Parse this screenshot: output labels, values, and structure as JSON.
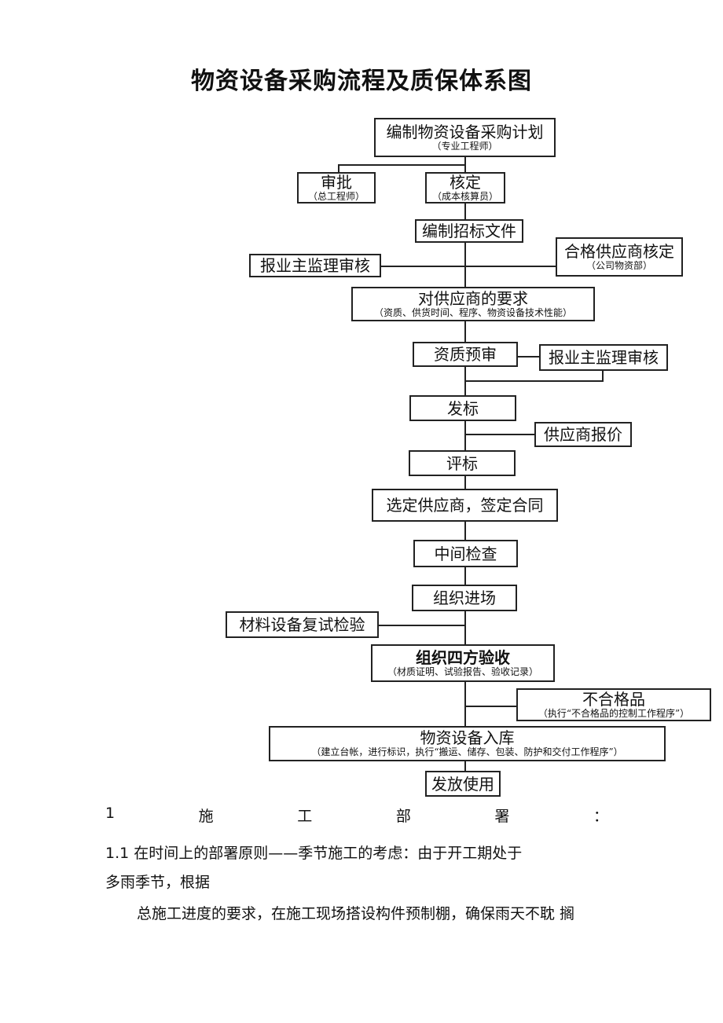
{
  "title": "物资设备采购流程及质保体系图",
  "nodes": {
    "plan": {
      "main": "编制物资设备采购计划",
      "sub": "（专业工程师）"
    },
    "approve": {
      "main": "审批",
      "sub": "（总工程师）"
    },
    "check": {
      "main": "核定",
      "sub": "（成本核算员）"
    },
    "tender_doc": {
      "main": "编制招标文件"
    },
    "report1": {
      "main": "报业主监理审核"
    },
    "qualified": {
      "main": "合格供应商核定",
      "sub": "（公司物资部）"
    },
    "requirement": {
      "main": "对供应商的要求",
      "sub": "（资质、供货时间、程序、物资设备技术性能）"
    },
    "prequal": {
      "main": "资质预审"
    },
    "report2": {
      "main": "报业主监理审核"
    },
    "issue": {
      "main": "发标"
    },
    "quote": {
      "main": "供应商报价"
    },
    "evaluate": {
      "main": "评标"
    },
    "contract": {
      "main": "选定供应商，签定合同"
    },
    "inspect": {
      "main": "中间检查"
    },
    "enter": {
      "main": "组织进场"
    },
    "retest": {
      "main": "材料设备复试检验"
    },
    "acceptance": {
      "main": "组织四方验收",
      "sub": "（材质证明、试验报告、验收记录）"
    },
    "nonconform": {
      "main": "不合格品",
      "sub": "（执行“不合格品的控制工作程序”）"
    },
    "storage": {
      "main": "物资设备入库",
      "sub": "（建立台帐，进行标识，执行“搬运、储存、包装、防护和交付工作程序”）"
    },
    "issue_use": {
      "main": "发放使用"
    }
  },
  "body": {
    "heading_num": "1",
    "heading_chars": [
      "施",
      "工",
      "部",
      "署",
      "："
    ],
    "para1_line1": "1.1 在时间上的部署原则——季节施工的考虑：由于开工期处于",
    "para1_line2": "多雨季节，根据",
    "para2": "总施工进度的要求，在施工现场搭设构件预制棚，确保雨天不耽 搁"
  }
}
